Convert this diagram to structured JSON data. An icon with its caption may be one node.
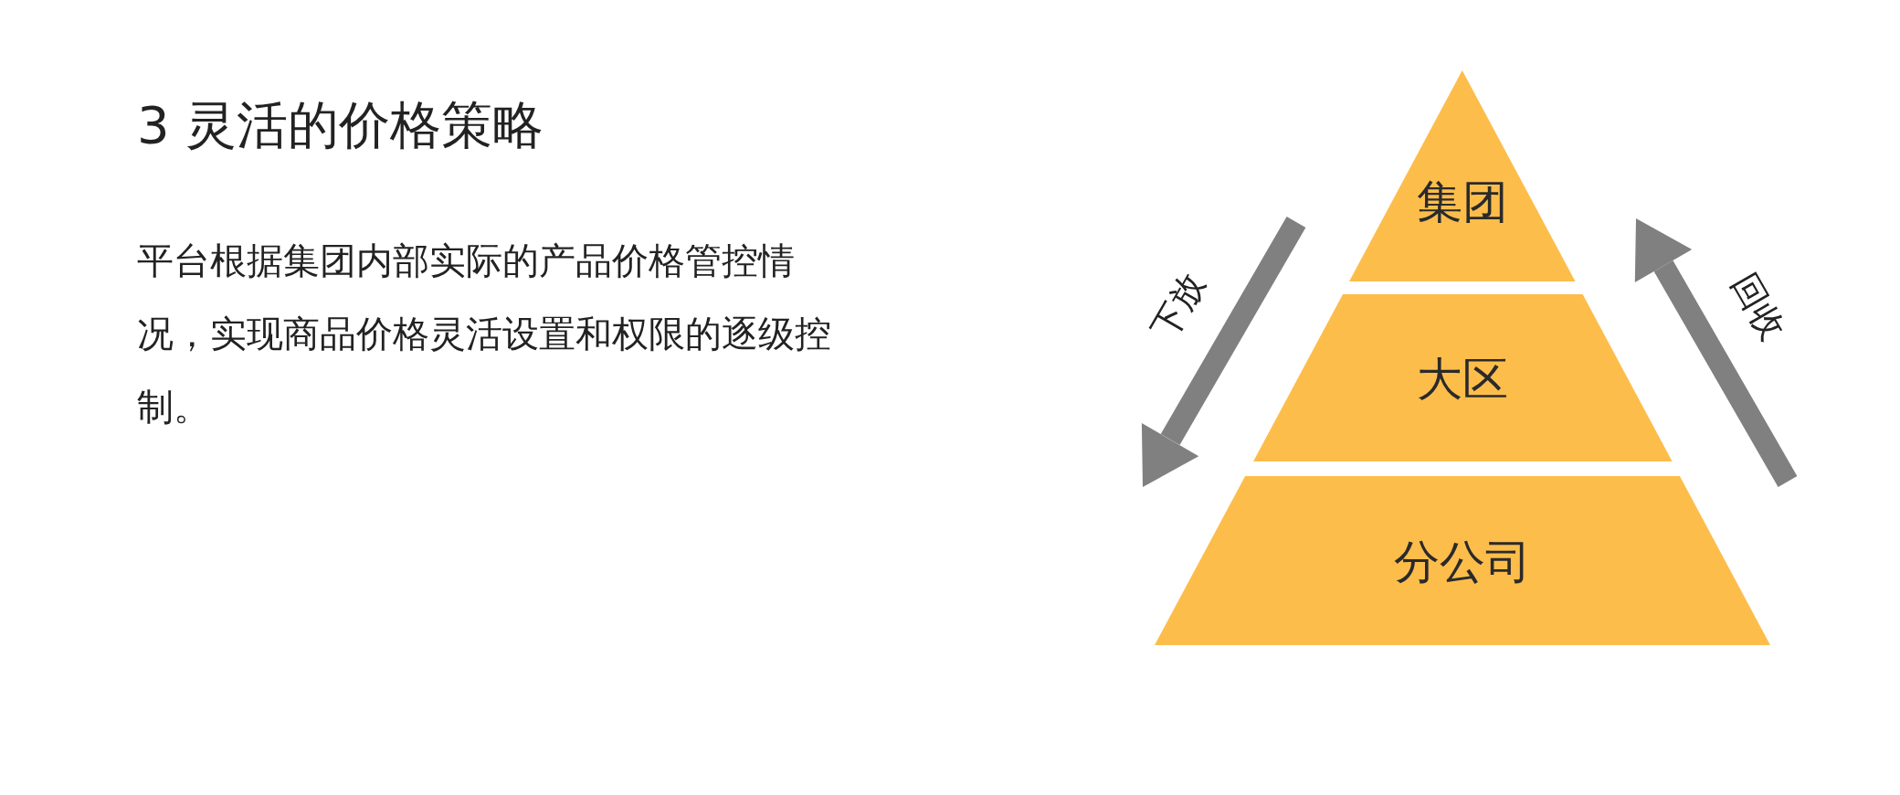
{
  "diagram": {
    "title": "3 灵活的价格策略",
    "nodes": [
      {
        "text": [
          "集团"
        ]
      },
      {
        "text": [
          "大区"
        ]
      },
      {
        "text": [
          "分公司"
        ]
      }
    ],
    "labels": [
      "平台根据集团内部实际的产品价格管控情况，实现商品价格灵活设置和权限的逐级控制。",
      "下放",
      "回收"
    ]
  }
}
